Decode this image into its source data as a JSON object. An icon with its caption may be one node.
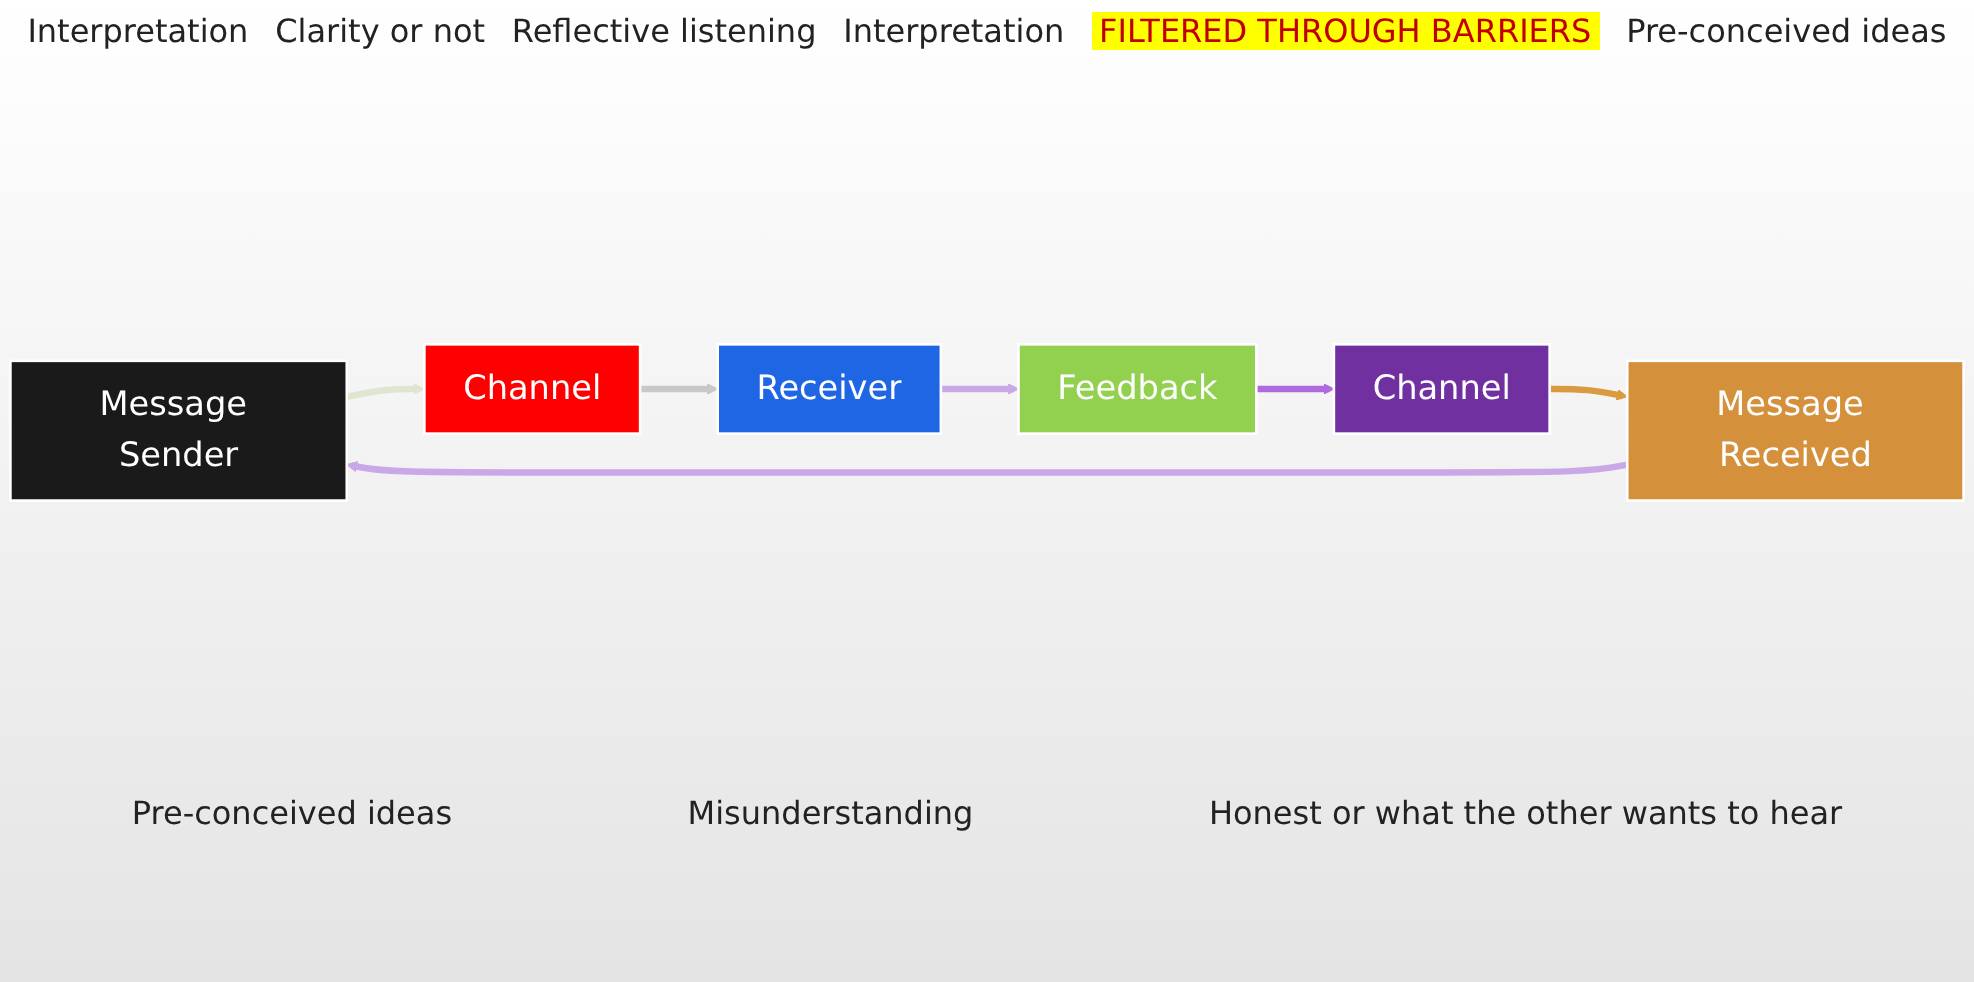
{
  "diagram": {
    "nodes": [
      {
        "text": [
          "Message Sender"
        ]
      },
      {
        "text": [
          "Channel"
        ]
      },
      {
        "text": [
          "Receiver"
        ]
      },
      {
        "text": [
          "Feedback"
        ]
      },
      {
        "text": [
          "Channel"
        ]
      },
      {
        "text": [
          "Message Received"
        ]
      }
    ],
    "edges": [
      {
        "from": 0,
        "to": 1,
        "arrow": "to",
        "color": "#dfe6cf"
      },
      {
        "from": 1,
        "to": 2,
        "arrow": "to",
        "color": "#c8c8c8"
      },
      {
        "from": 2,
        "to": 3,
        "arrow": "to",
        "color": "#c9a8e8"
      },
      {
        "from": 3,
        "to": 4,
        "arrow": "to",
        "color": "#b06ae0"
      },
      {
        "from": 4,
        "to": 5,
        "arrow": "to",
        "color": "#d99a40"
      },
      {
        "from": 5,
        "to": 0,
        "arrow": "to",
        "color": "#c9a8e8"
      }
    ],
    "labels": [
      "Interpretation",
      "Clarity or not",
      "Reflective listening",
      "Interpretation",
      "FILTERED THROUGH BARRIERS",
      "Pre-conceived ideas",
      "Pre-conceived ideas",
      "Misunderstanding",
      "Honest or what the other wants to hear"
    ]
  }
}
